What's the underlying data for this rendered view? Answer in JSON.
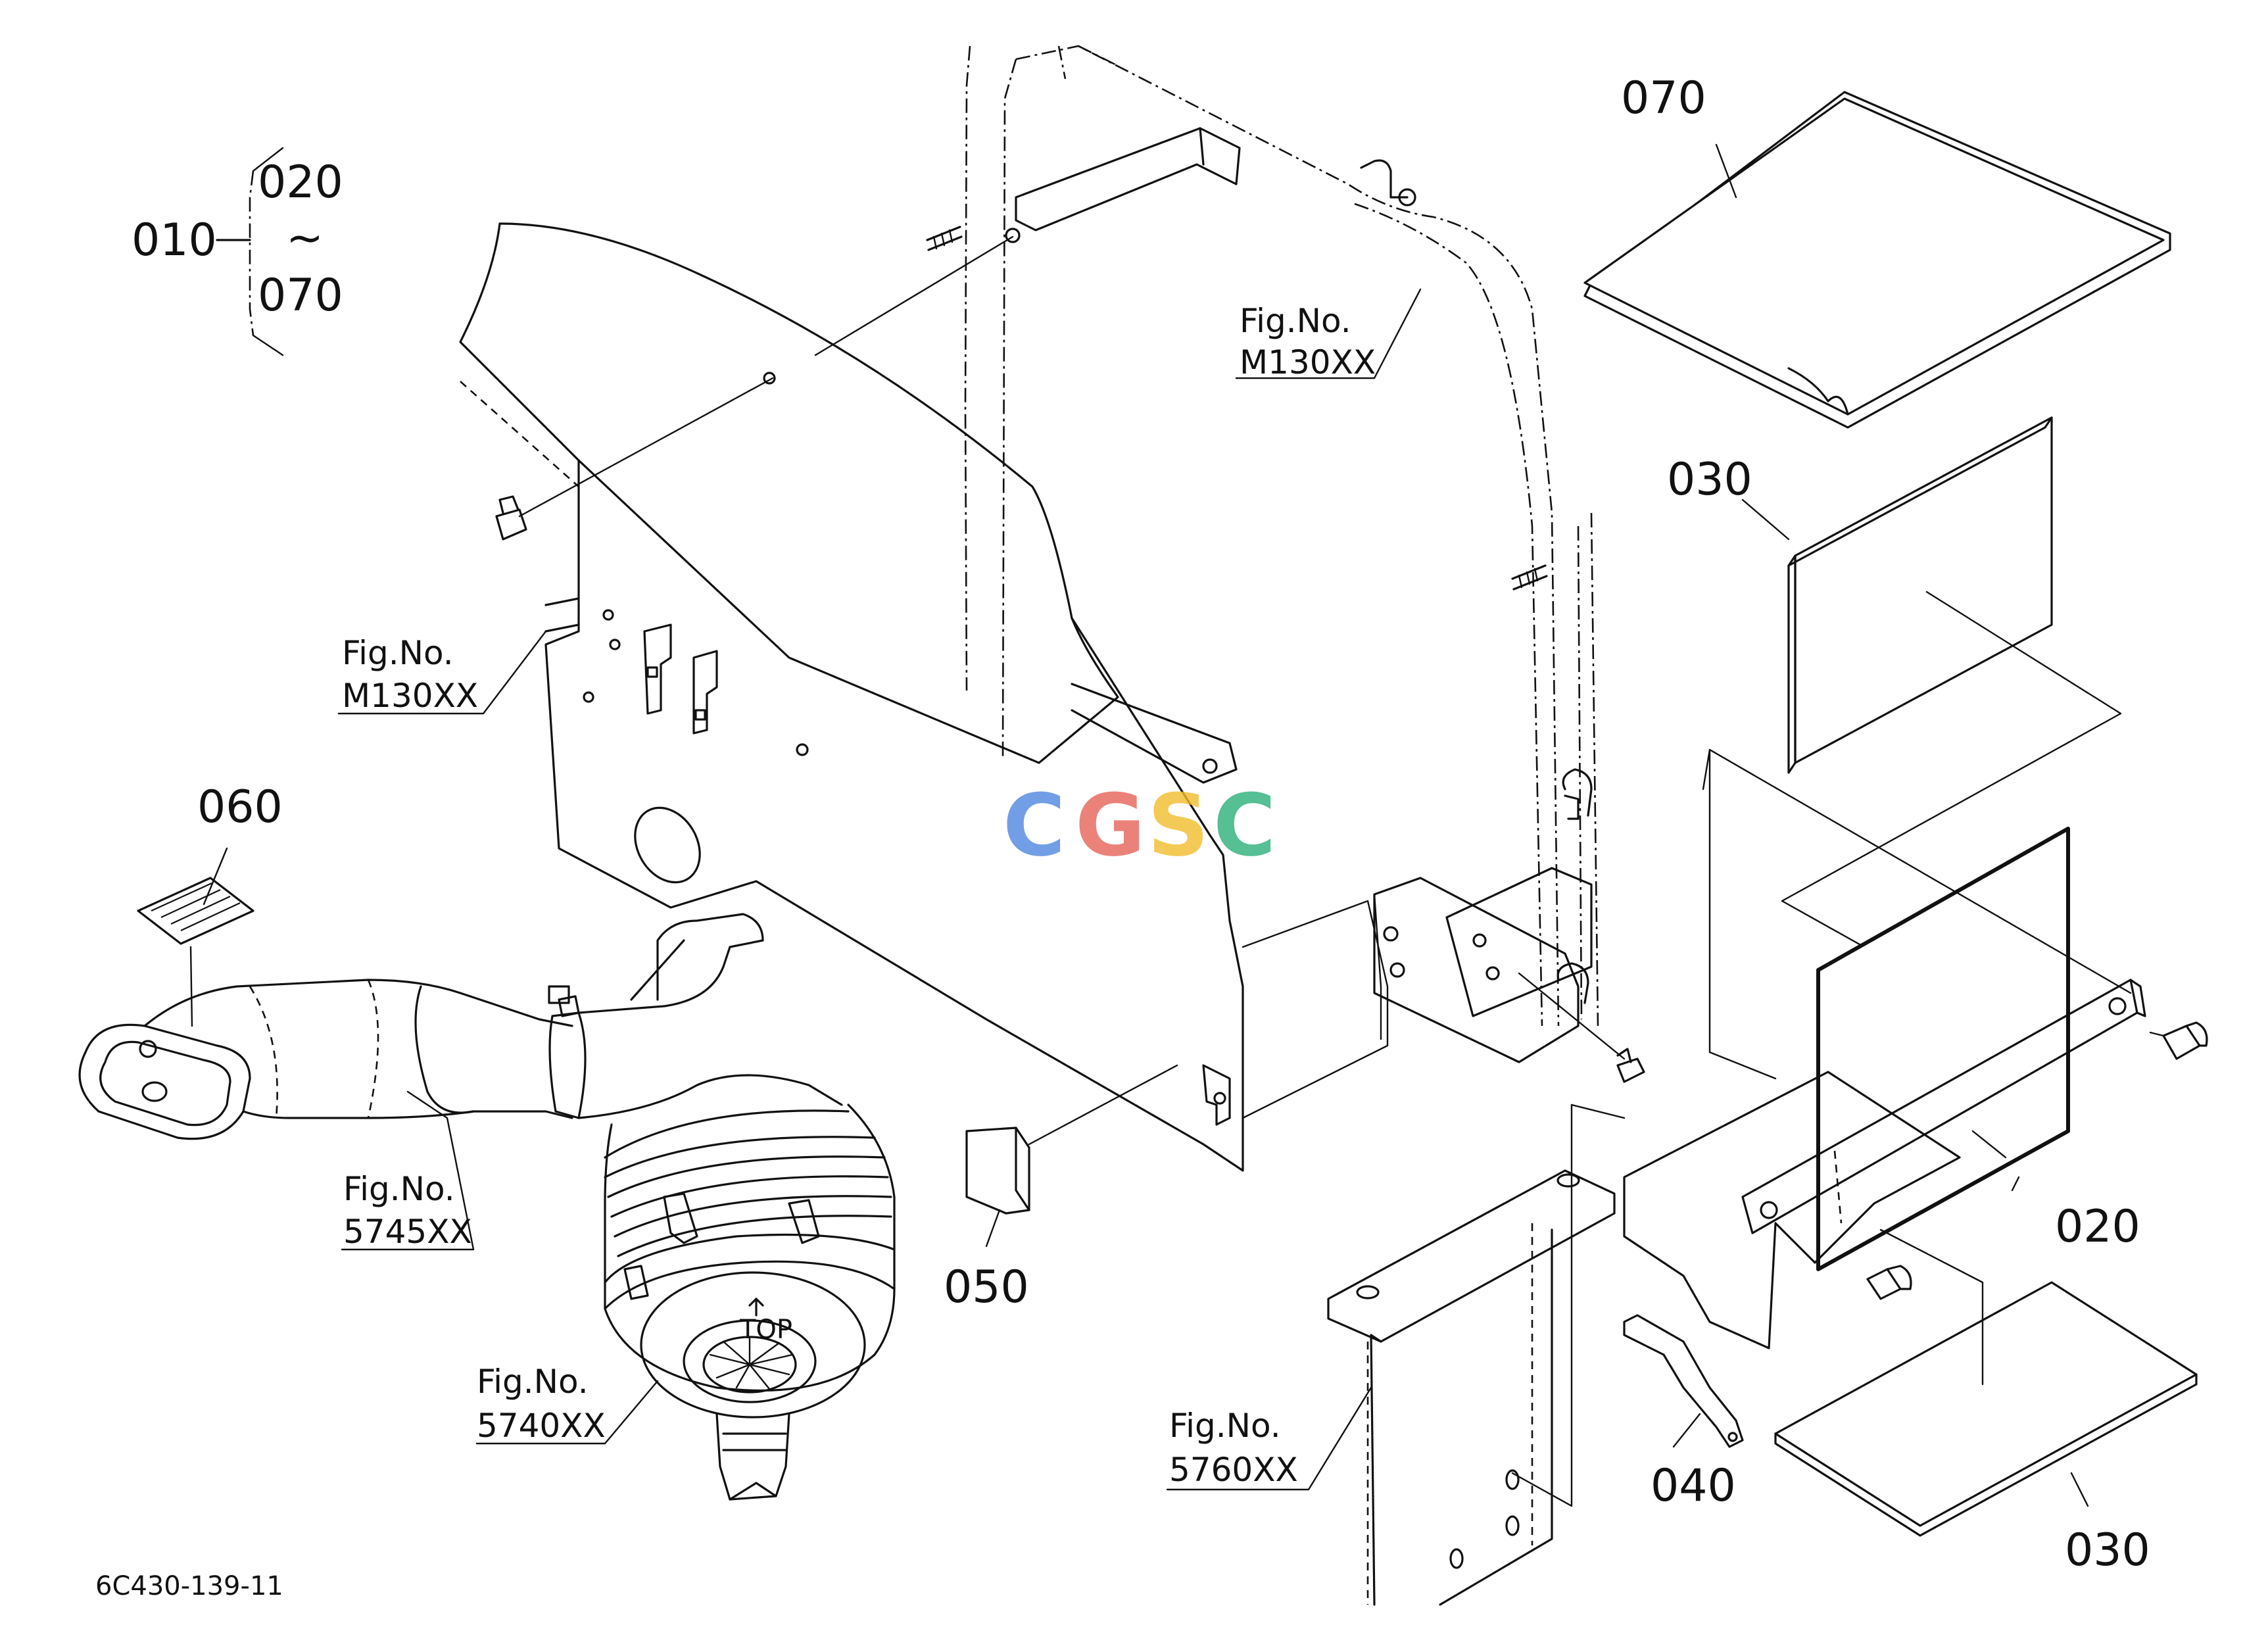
{
  "logo": {
    "text": "CGSC",
    "colors": {
      "c1": "#4f86e0",
      "g": "#e6645a",
      "s": "#f2be2c",
      "c2": "#2db07a"
    }
  },
  "labels": {
    "group_parent": "010",
    "group_start": "020",
    "group_tilde": "~",
    "group_end": "070",
    "p070_top": "070",
    "p030_top": "030",
    "p060": "060",
    "p050": "050",
    "p020": "020",
    "p040": "040",
    "p030_bottom": "030"
  },
  "figure_refs": {
    "frame_right": {
      "line1": "Fig.No.",
      "line2": "M130XX"
    },
    "shield_left": {
      "line1": "Fig.No.",
      "line2": "M130XX"
    },
    "duct": {
      "line1": "Fig.No.",
      "line2": "5745XX"
    },
    "air_cleaner": {
      "line1": "Fig.No.",
      "line2": "5740XX"
    },
    "bracket": {
      "line1": "Fig.No.",
      "line2": "5760XX"
    }
  },
  "marking": {
    "top_arrow": "TOP"
  },
  "drawing_code": "6C430-139-11"
}
